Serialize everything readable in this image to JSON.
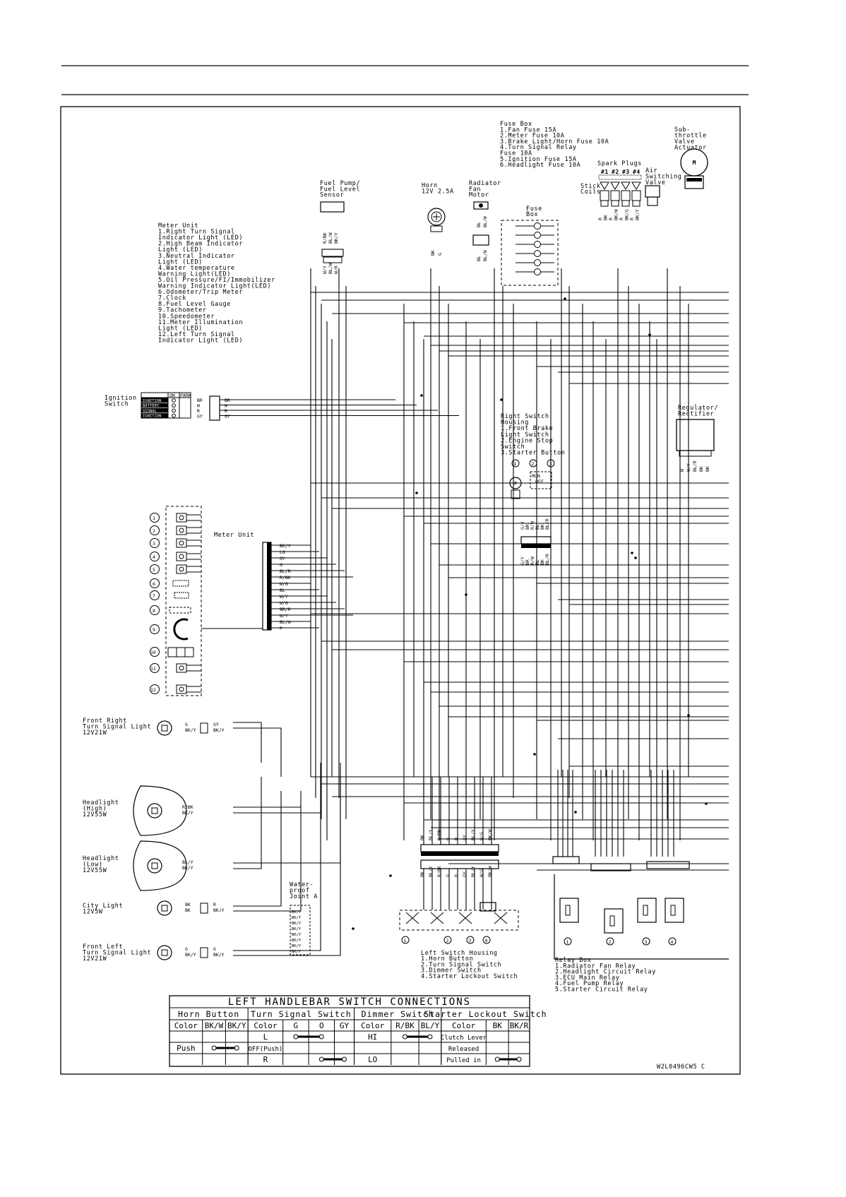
{
  "labels": {
    "fuse_box_top": [
      "Fuse Box",
      "1.Fan Fuse 15A",
      "2.Meter Fuse 10A",
      "3.Brake Light/Horn Fuse 10A",
      "4.Turn Signal Relay",
      "  Fuse 10A",
      "5.Ignition Fuse 15A",
      "6.Headlight Fuse 10A"
    ],
    "sub_throttle": [
      "Sub-",
      "throttle",
      "Valve",
      "Actuator"
    ],
    "spark_plugs": "Spark Plugs",
    "plug_numbers": [
      "#1",
      "#2",
      "#3",
      "#4"
    ],
    "stick_coils": [
      "Stick",
      "Coils"
    ],
    "air_switching": [
      "Air",
      "Switching",
      "Valve"
    ],
    "fuel_pump": [
      "Fuel Pump/",
      "Fuel Level",
      "Sensor"
    ],
    "horn": [
      "Horn",
      "12V 2.5A"
    ],
    "radiator_fan": [
      "Radiator",
      "Fan",
      "Motor"
    ],
    "fuse_box": [
      "Fuse",
      "Box"
    ],
    "meter_unit_list": [
      "Meter Unit",
      "1.Right Turn Signal",
      "  Indicator Light (LED)",
      "2.High Beam Indicator",
      "  Light (LED)",
      "3.Neutral Indicator",
      "  Light (LED)",
      "4.Water temperature",
      "  Warning Light(LED)",
      "5.Oil Pressure/FI/Immobilizer",
      "  Warning Indicator Light(LED)",
      "6.Odometer/Trip Meter",
      "7.Clock",
      "8.Fuel Level Gauge",
      "9.Tachometer",
      "10.Speedometer",
      "11.Meter Illumination",
      "  Light (LED)",
      "12.Left Turn Signal",
      "  Indicator Light (LED)"
    ],
    "ignition_switch": [
      "Ignition",
      "Switch"
    ],
    "ignition_table_head": [
      "ON",
      "PARK"
    ],
    "ignition_table_rows": [
      "IGNITION",
      "BATTERY",
      "SIGNAL",
      "IGNITION"
    ],
    "ignition_wires": [
      "BR",
      "W",
      "R",
      "GY"
    ],
    "regulator": [
      "Regulator/",
      "Rectifier"
    ],
    "regulator_wires": [
      "W",
      "W/Y",
      "BL/R",
      "BK",
      "BK"
    ],
    "right_switch": [
      "Right Switch",
      "Housing",
      "1.Front Brake",
      "  Light Switch",
      "2.Engine Stop",
      "  Switch",
      "3.Starter Button"
    ],
    "meter_unit_connector": "Meter Unit",
    "meter_wires": [
      "BK/Y",
      "LG",
      "GY",
      "G",
      "BL/R",
      "R/BK",
      "W/G",
      "BL",
      "W/Y",
      "W/G",
      "BR/R",
      "W/Y",
      "BL/W",
      "P"
    ],
    "meter_numbers": [
      "1",
      "2",
      "3",
      "4",
      "5",
      "6",
      "7",
      "8",
      "9",
      "10",
      "11",
      "12"
    ],
    "front_right_turn": [
      "Front Right",
      "Turn Signal Light",
      "12V21W"
    ],
    "front_right_wires": [
      "G",
      "BK/Y",
      "GY",
      "BK/Y"
    ],
    "headlight_high": [
      "Headlight",
      "(High)",
      "12V55W"
    ],
    "headlight_high_wires": [
      "R/BK",
      "BK/Y"
    ],
    "headlight_low": [
      "Headlight",
      "(Low)",
      "12V55W"
    ],
    "headlight_low_wires": [
      "BL/Y",
      "BK/Y"
    ],
    "city_light": [
      "City Light",
      "12V5W"
    ],
    "city_light_wires": [
      "BK",
      "BK",
      "R",
      "BK/Y"
    ],
    "front_left_turn": [
      "Front Left",
      "Turn Signal Light",
      "12V21W"
    ],
    "front_left_wires": [
      "G",
      "BK/Y",
      "G",
      "BK/Y"
    ],
    "waterproof_joint": [
      "Water-",
      "proof",
      "Joint A"
    ],
    "joint_wires": [
      "BK/Y",
      "BK/Y",
      "BK/Y",
      "BK/Y",
      "BK/Y",
      "BK/Y",
      "BK/Y",
      "BK/Y"
    ],
    "left_switch": [
      "Left Switch Housing",
      "1.Horn Button",
      "2.Turn Signal Switch",
      "3.Dimmer Switch",
      "4.Starter Lockout Switch"
    ],
    "relay_box": [
      "Relay Box",
      "1.Radiator Fan Relay",
      "2.Headlight Circuit Relay",
      "3.ECU Main Relay",
      "4.Fuel Pump Relay",
      "5.Starter Circuit Relay"
    ],
    "relay_numbers": [
      "1",
      "2",
      "3",
      "4"
    ],
    "fuel_pump_wires": [
      "R/BK",
      "BL/W",
      "BK/Y"
    ],
    "fuel_pump_wires_lower": [
      "W/Y",
      "BL/W",
      "W/R"
    ],
    "horn_wires": [
      "BK",
      "G"
    ],
    "fan_wires": [
      "BL",
      "BL/W"
    ],
    "coil_wires": [
      "R",
      "BK",
      "R",
      "BK/W",
      "R",
      "BK/G",
      "R",
      "BK/Y"
    ],
    "right_switch_wires": [
      "G/Y",
      "BR",
      "R/W",
      "BL",
      "BK",
      "BL/R"
    ],
    "left_connector_wires": [
      "BK",
      "BL/Y",
      "R/BK",
      "G",
      "O",
      "GY",
      "BL/Y",
      "W/G",
      "BK/W"
    ],
    "right_switch_nums": [
      "1",
      "2",
      "3"
    ],
    "left_switch_nums": [
      "1",
      "2",
      "3",
      "4"
    ],
    "engine_stop_labels": [
      "RUN",
      "OFF"
    ],
    "figure_id": "W2L0496CW5 C"
  },
  "switch_table": {
    "title": "LEFT HANDLEBAR SWITCH CONNECTIONS",
    "groups": [
      "Horn Button",
      "Turn Signal Switch",
      "Dimmer Switch",
      "Starter Lockout Switch"
    ],
    "header": [
      "Color",
      "BK/W",
      "BK/Y",
      "Color",
      "G",
      "O",
      "GY",
      "Color",
      "R/BK",
      "BL/Y",
      "Color",
      "BK",
      "BK/R"
    ],
    "rows": [
      [
        "",
        "",
        "",
        "L",
        "",
        "",
        "",
        "HI",
        "",
        "",
        "Clutch Lever",
        "",
        ""
      ],
      [
        "Push",
        "",
        "",
        "OFF(Push)",
        "",
        "",
        "",
        "",
        "",
        "",
        "Released",
        "",
        ""
      ],
      [
        "",
        "",
        "",
        "R",
        "",
        "",
        "",
        "LO",
        "",
        "",
        "Pulled in",
        "",
        ""
      ]
    ]
  }
}
